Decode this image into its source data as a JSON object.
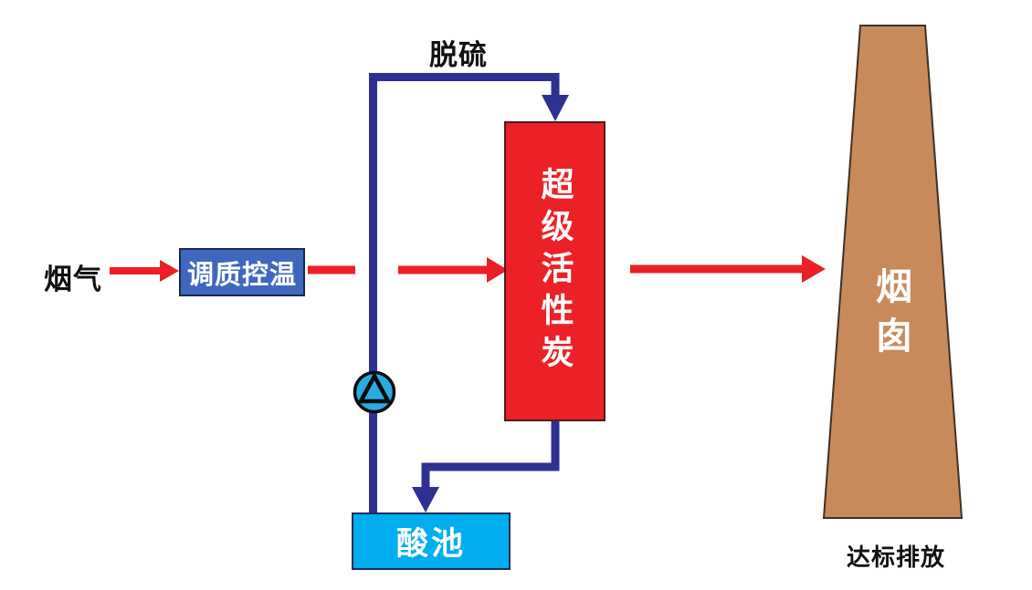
{
  "diagram_type": "process-flow",
  "labels": {
    "flue_gas": "烟气",
    "desulfurization": "脱硫",
    "compliant_discharge": "达标排放"
  },
  "nodes": {
    "conditioning": {
      "label": "调质控温",
      "fill": "#3E68BE",
      "text_color": "#FFFFFF",
      "shape": "rectangle"
    },
    "activated_carbon": {
      "label": "超级活性炭",
      "fill": "#EC2127",
      "text_color": "#FFFFFF",
      "shape": "rectangle",
      "text_orientation": "vertical"
    },
    "acid_pool": {
      "label": "酸池",
      "fill": "#00AEEF",
      "text_color": "#FFFFFF",
      "shape": "rectangle"
    },
    "chimney": {
      "label": "烟囱",
      "fill": "#C98A5B",
      "text_color": "#FFFFFF",
      "shape": "trapezoid"
    }
  },
  "pump": {
    "symbol": "circle-with-triangle",
    "fill": "#29ABE2",
    "stroke": "#0b0b0b"
  },
  "colors": {
    "background": "#FFFFFF",
    "arrow_red": "#EC1F26",
    "pipe_blue": "#2E3192",
    "text_dark": "#111111",
    "chimney_outline": "#3d3126"
  },
  "connections": [
    {
      "from": "烟气",
      "to": "调质控温",
      "style": "red-arrow"
    },
    {
      "from": "调质控温",
      "to": "超级活性炭",
      "style": "red-arrow"
    },
    {
      "from": "超级活性炭",
      "to": "烟囱",
      "style": "red-arrow"
    },
    {
      "from": "超级活性炭",
      "to": "酸池",
      "style": "blue-pipe-arrow"
    },
    {
      "from": "酸池",
      "to": "超级活性炭",
      "style": "blue-pipe-arrow",
      "via": "pump",
      "label": "脱硫"
    }
  ]
}
